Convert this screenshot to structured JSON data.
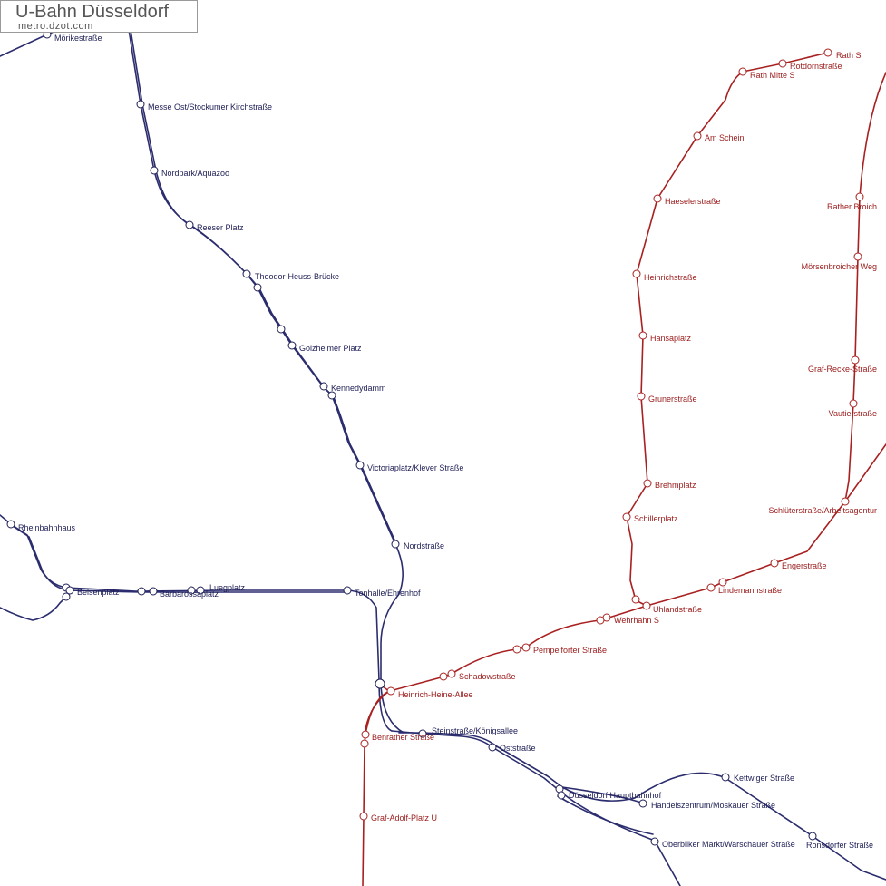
{
  "title": "U-Bahn Düsseldorf",
  "source_caption": "metro.dzot.com",
  "colors": {
    "blue_line": "#2b2d6e",
    "red_line": "#a82020",
    "blue_text": "#1d1d55",
    "red_text": "#9b1a1a"
  },
  "blue_stations": {
    "moerike": "Mörikestraße",
    "messe_ost": "Messe Ost/Stockumer Kirchstraße",
    "nordpark": "Nordpark/Aquazoo",
    "reeser": "Reeser Platz",
    "theodor_heuss": "Theodor-Heuss-Brücke",
    "golzheimer": "Golzheimer Platz",
    "kennedydamm": "Kennedydamm",
    "victoriaplatz": "Victoriaplatz/Klever Straße",
    "nordstrasse": "Nordstraße",
    "rheinbahnhaus": "Rheinbahnhaus",
    "belsenplatz": "Belsenplatz",
    "barbarossaplatz": "Barbarossaplatz",
    "luegplatz": "Luegplatz",
    "tonhalle": "Tonhalle/Ehrenhof",
    "steinstrasse": "Steinstraße/Königsallee",
    "oststrasse": "Oststraße",
    "hauptbahnhof": "Düsseldorf Hauptbahnhof",
    "handelszentrum": "Handelszentrum/Moskauer Straße",
    "kettwiger": "Kettwiger Straße",
    "oberbilker": "Oberbilker Markt/Warschauer Straße",
    "ronsdorfer": "Ronsdorfer Straße"
  },
  "red_stations": {
    "rath_s": "Rath S",
    "rotdorn": "Rotdornstraße",
    "rath_mitte": "Rath Mitte S",
    "am_schein": "Am Schein",
    "haeseler": "Haeselerstraße",
    "heinrich": "Heinrichstraße",
    "hansaplatz": "Hansaplatz",
    "gruner": "Grunerstraße",
    "brehmplatz": "Brehmplatz",
    "schillerplatz": "Schillerplatz",
    "uhland": "Uhlandstraße",
    "wehrhahn": "Wehrhahn S",
    "pempelforter": "Pempelforter Straße",
    "schadow": "Schadowstraße",
    "heinrich_heine": "Heinrich-Heine-Allee",
    "benrather": "Benrather Straße",
    "graf_adolf": "Graf-Adolf-Platz U",
    "rather_broich": "Rather Broich",
    "moersenbroicher": "Mörsenbroicher Weg",
    "graf_recke": "Graf-Recke-Straße",
    "vautier": "Vautierstraße",
    "schlueter": "Schlüterstraße/Arbeitsagentur",
    "engerstrasse": "Engerstraße",
    "lindemann": "Lindemannstraße"
  }
}
